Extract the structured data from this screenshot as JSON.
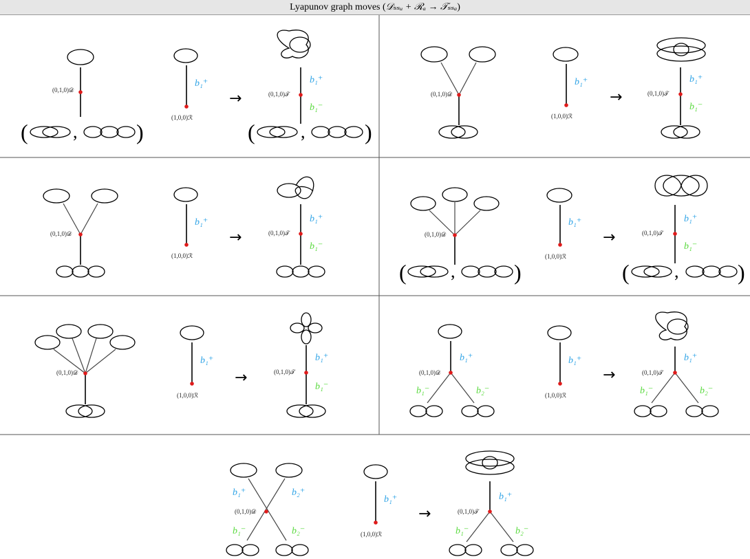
{
  "title": {
    "prefix": "Lyapunov graph moves (",
    "formula": "𝒟ₛₛᵤ + ℛₐ → 𝒯ₛₛₐ",
    "suffix": ")"
  },
  "labels": {
    "D": "(0,1,0)𝒟",
    "R": "(1,0,0)ℛ",
    "T": "(0,1,0)𝒯",
    "b1p": "b₁⁺",
    "b1m": "b₁⁻",
    "b2p": "b₂⁺",
    "b2m": "b₂⁻",
    "arrow": "→",
    "paren_open": "(",
    "paren_close": ")",
    "comma": ","
  },
  "colors": {
    "plus_label": "#2ea3e6",
    "minus_label": "#57d93b",
    "vertex": "#e01b1b",
    "grid": "#555555"
  }
}
